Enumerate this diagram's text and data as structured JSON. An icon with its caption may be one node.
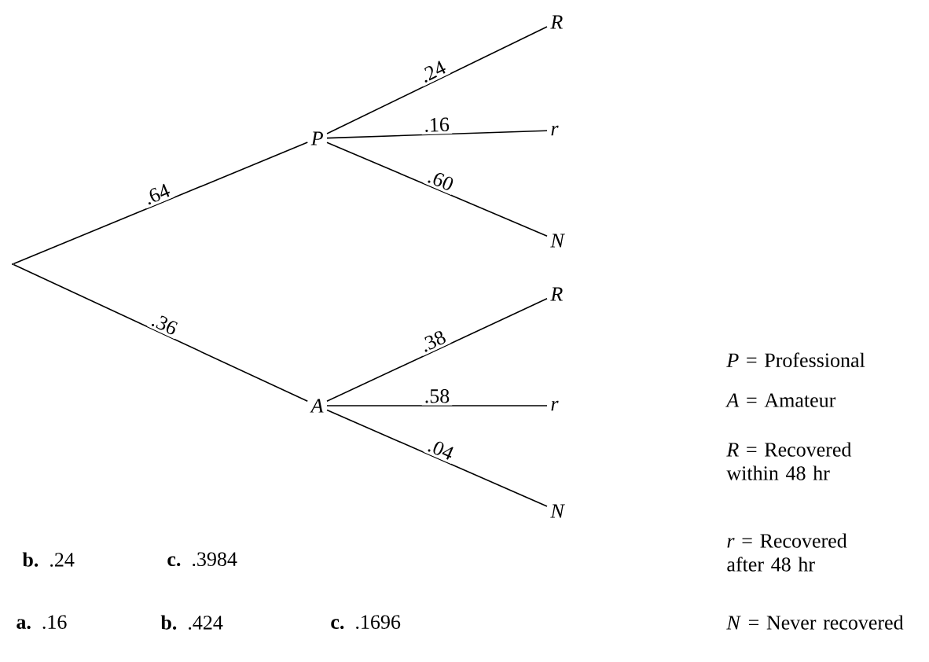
{
  "diagram": {
    "nodes": [
      {
        "text": [],
        "shape": "point"
      },
      {
        "text": [
          "*P*"
        ]
      },
      {
        "text": [
          "*A*"
        ]
      },
      {
        "text": [
          "*R*"
        ]
      },
      {
        "text": [
          "*r*"
        ]
      },
      {
        "text": [
          "*N*"
        ]
      },
      {
        "text": [
          "*R*"
        ]
      },
      {
        "text": [
          "*r*"
        ]
      },
      {
        "text": [
          "*N*"
        ]
      }
    ],
    "edges": [
      {
        "from": 0,
        "to": 1,
        "arrow": "none",
        "label": ".64"
      },
      {
        "from": 0,
        "to": 2,
        "arrow": "none",
        "label": ".36"
      },
      {
        "from": 1,
        "to": 3,
        "arrow": "none",
        "label": ".24"
      },
      {
        "from": 1,
        "to": 4,
        "arrow": "none",
        "label": ".16"
      },
      {
        "from": 1,
        "to": 5,
        "arrow": "none",
        "label": ".60"
      },
      {
        "from": 2,
        "to": 6,
        "arrow": "none",
        "label": ".38"
      },
      {
        "from": 2,
        "to": 7,
        "arrow": "none",
        "label": ".58"
      },
      {
        "from": 2,
        "to": 8,
        "arrow": "none",
        "label": ".04"
      }
    ],
    "labels": [
      "*P* = Professional",
      "*A* = Amateur",
      "*R* = Recovered within 48 hr",
      "*r* = Recovered after 48 hr",
      "**b.** .24",
      "**c.** .3984",
      "**a.** .16",
      "**b.** .424",
      "**c.** .1696",
      "*N* = Never recovered"
    ]
  }
}
